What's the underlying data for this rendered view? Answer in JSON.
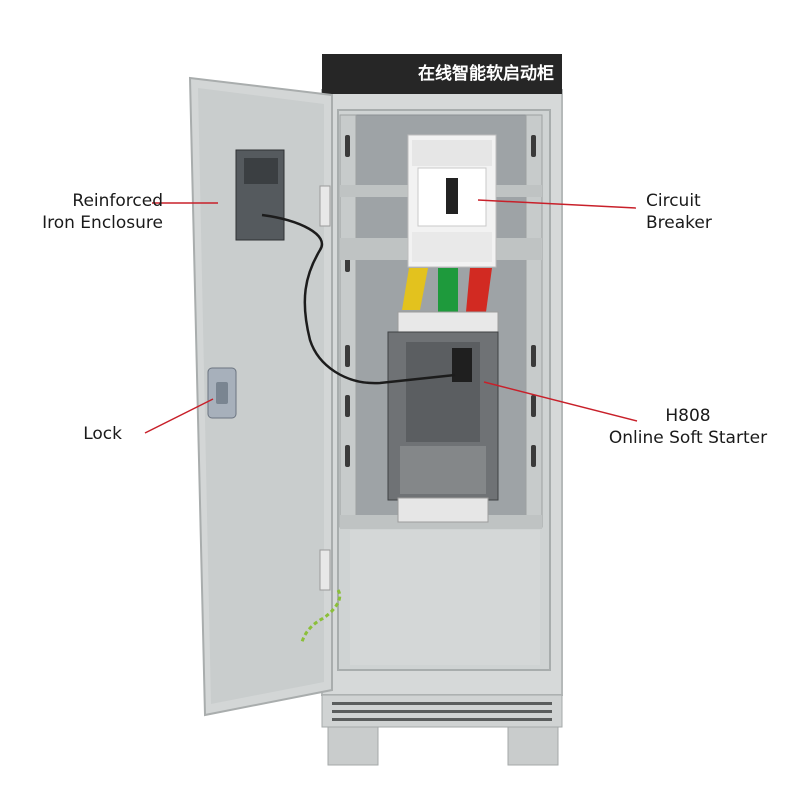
{
  "header": {
    "title": "在线智能软启动柜"
  },
  "callouts": {
    "enclosure": {
      "line1": "Reinforced",
      "line2": "Iron Enclosure"
    },
    "lock": {
      "label": "Lock"
    },
    "breaker": {
      "line1": "Circuit",
      "line2": "Breaker"
    },
    "starter": {
      "line1": "H808",
      "line2": "Online Soft Starter"
    }
  },
  "colors": {
    "cabinet": "#d9dcdc",
    "cabinet_shadow": "#b8bcbc",
    "header_bar": "#2a2a2a",
    "leader_line": "#c8202a",
    "bus_yellow": "#e3c21e",
    "bus_green": "#1e9a3c",
    "bus_red": "#d22a22"
  }
}
